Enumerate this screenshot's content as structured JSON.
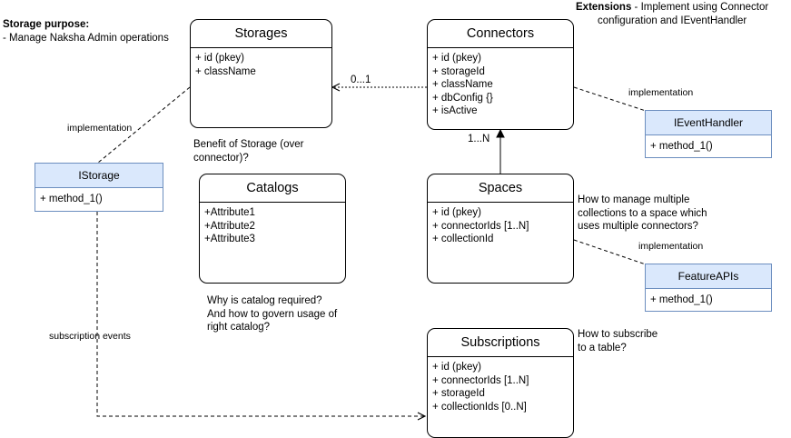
{
  "storage_purpose": {
    "heading": "Storage purpose:",
    "line": "- Manage Naksha Admin operations"
  },
  "extensions_note": {
    "bold": "Extensions",
    "rest1": " - Implement using Connector",
    "rest2": "configuration and IEventHandler"
  },
  "entities": {
    "storages": {
      "title": "Storages",
      "attrs": [
        "+ id (pkey)",
        "+ className"
      ]
    },
    "connectors": {
      "title": "Connectors",
      "attrs": [
        "+ id (pkey)",
        "+ storageId",
        "+ className",
        "+ dbConfig {}",
        "+ isActive"
      ]
    },
    "catalogs": {
      "title": "Catalogs",
      "attrs": [
        "+Attribute1",
        "+Attribute2",
        "+Attribute3"
      ]
    },
    "spaces": {
      "title": "Spaces",
      "attrs": [
        "+ id (pkey)",
        "+ connectorIds [1..N]",
        "+ collectionId"
      ]
    },
    "subscriptions": {
      "title": "Subscriptions",
      "attrs": [
        "+ id (pkey)",
        "+ connectorIds [1..N]",
        "+ storageId",
        "+ collectionIds [0..N]"
      ]
    }
  },
  "interfaces": {
    "istorage": {
      "title": "IStorage",
      "method": "+ method_1()"
    },
    "ieventhandler": {
      "title": "IEventHandler",
      "method": "+ method_1()"
    },
    "featureapis": {
      "title": "FeatureAPIs",
      "method": "+ method_1()"
    }
  },
  "notes": {
    "storage_benefit": [
      "Benefit of Storage (over",
      "connector)?"
    ],
    "catalog_question": [
      "Why is catalog required?",
      "And how to govern usage of",
      "right catalog?"
    ],
    "spaces_question": [
      "How to manage multiple",
      "collections to a space which",
      "uses multiple connectors?"
    ],
    "subscribe_question": [
      "How to subscribe",
      "to a table?"
    ]
  },
  "edge_labels": {
    "storage_connector_mult": "0...1",
    "spaces_connector_mult": "1...N",
    "impl_istorage": "implementation",
    "impl_ieventhandler": "implementation",
    "impl_featureapis": "implementation",
    "subscription_events": "subscription events"
  }
}
